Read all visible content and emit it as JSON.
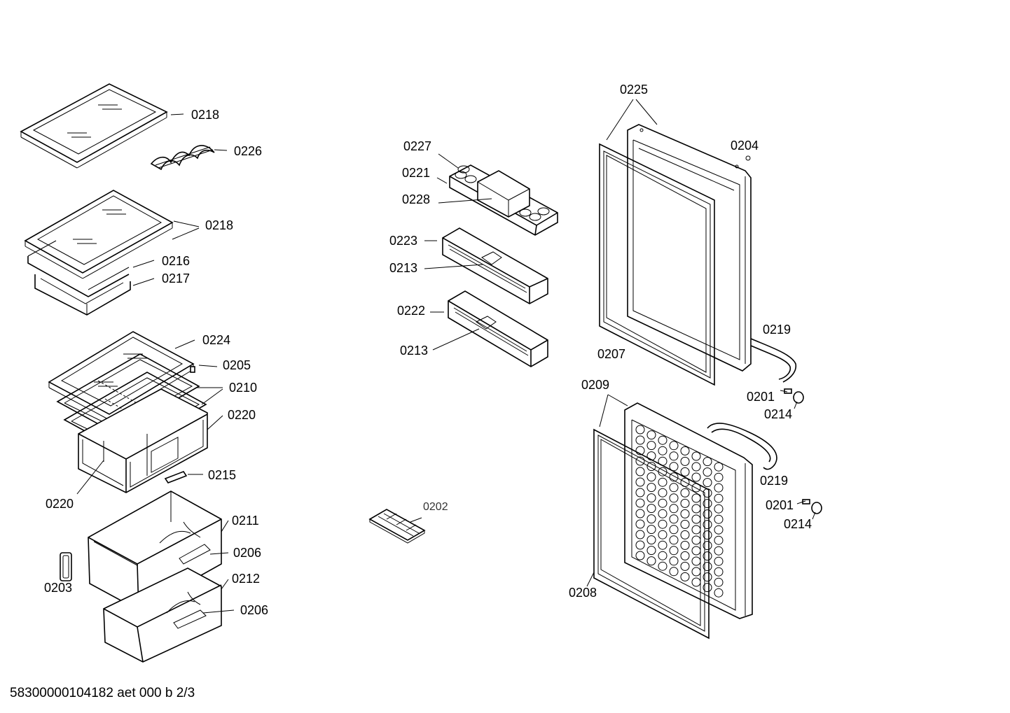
{
  "footer_text": "58300000104182 aet 000 b 2/3",
  "callouts": [
    {
      "id": "c1",
      "label": "0218"
    },
    {
      "id": "c2",
      "label": "0226"
    },
    {
      "id": "c3",
      "label": "0218"
    },
    {
      "id": "c4",
      "label": "0216"
    },
    {
      "id": "c5",
      "label": "0217"
    },
    {
      "id": "c6",
      "label": "0224"
    },
    {
      "id": "c7",
      "label": "0205"
    },
    {
      "id": "c8",
      "label": "0210"
    },
    {
      "id": "c9",
      "label": "0220"
    },
    {
      "id": "c10",
      "label": "0215"
    },
    {
      "id": "c11",
      "label": "0220"
    },
    {
      "id": "c12",
      "label": "0211"
    },
    {
      "id": "c13",
      "label": "0206"
    },
    {
      "id": "c14",
      "label": "0203"
    },
    {
      "id": "c15",
      "label": "0212"
    },
    {
      "id": "c16",
      "label": "0206"
    },
    {
      "id": "c17",
      "label": "0227"
    },
    {
      "id": "c18",
      "label": "0221"
    },
    {
      "id": "c19",
      "label": "0228"
    },
    {
      "id": "c20",
      "label": "0223"
    },
    {
      "id": "c21",
      "label": "0213"
    },
    {
      "id": "c22",
      "label": "0222"
    },
    {
      "id": "c23",
      "label": "0213"
    },
    {
      "id": "c24",
      "label": "0202"
    },
    {
      "id": "c25",
      "label": "0225"
    },
    {
      "id": "c26",
      "label": "0204"
    },
    {
      "id": "c27",
      "label": "0219"
    },
    {
      "id": "c28",
      "label": "0207"
    },
    {
      "id": "c29",
      "label": "0201"
    },
    {
      "id": "c30",
      "label": "0214"
    },
    {
      "id": "c31",
      "label": "0209"
    },
    {
      "id": "c32",
      "label": "0219"
    },
    {
      "id": "c33",
      "label": "0201"
    },
    {
      "id": "c34",
      "label": "0214"
    },
    {
      "id": "c35",
      "label": "0208"
    }
  ]
}
